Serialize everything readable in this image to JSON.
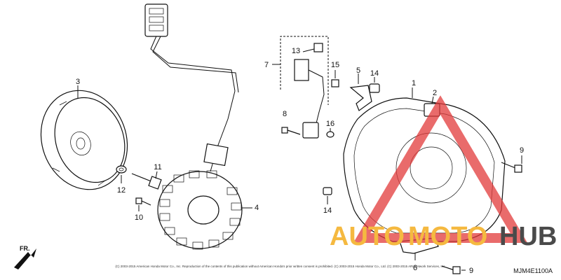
{
  "diagram": {
    "code": "MJM4E1100A",
    "front_marker": "FR.",
    "copyright": "(C) 2003-2015 American Honda Motor Co., Inc. Reproduction of the contents of this publication without American Honda's prior written consent is prohibited. (C) 2003-2015 Honda Motor Co., Ltd. (C) 2003-2015 ARI Network Services, Inc.",
    "watermark": {
      "auto": "AUTO",
      "moto": "MOTO",
      "hub": "HUB",
      "color_auto": "#f5b940",
      "color_moto": "#f5b940",
      "color_hub": "#4a4a4a",
      "color_triangle": "#e23a3a"
    },
    "callouts": {
      "c1": "1",
      "c2": "2",
      "c3": "3",
      "c4": "4",
      "c5": "5",
      "c6": "6",
      "c7": "7",
      "c8": "8",
      "c9a": "9",
      "c9b": "9",
      "c10": "10",
      "c11": "11",
      "c12": "12",
      "c13": "13",
      "c14a": "14",
      "c14b": "14",
      "c15": "15",
      "c16": "16"
    }
  }
}
